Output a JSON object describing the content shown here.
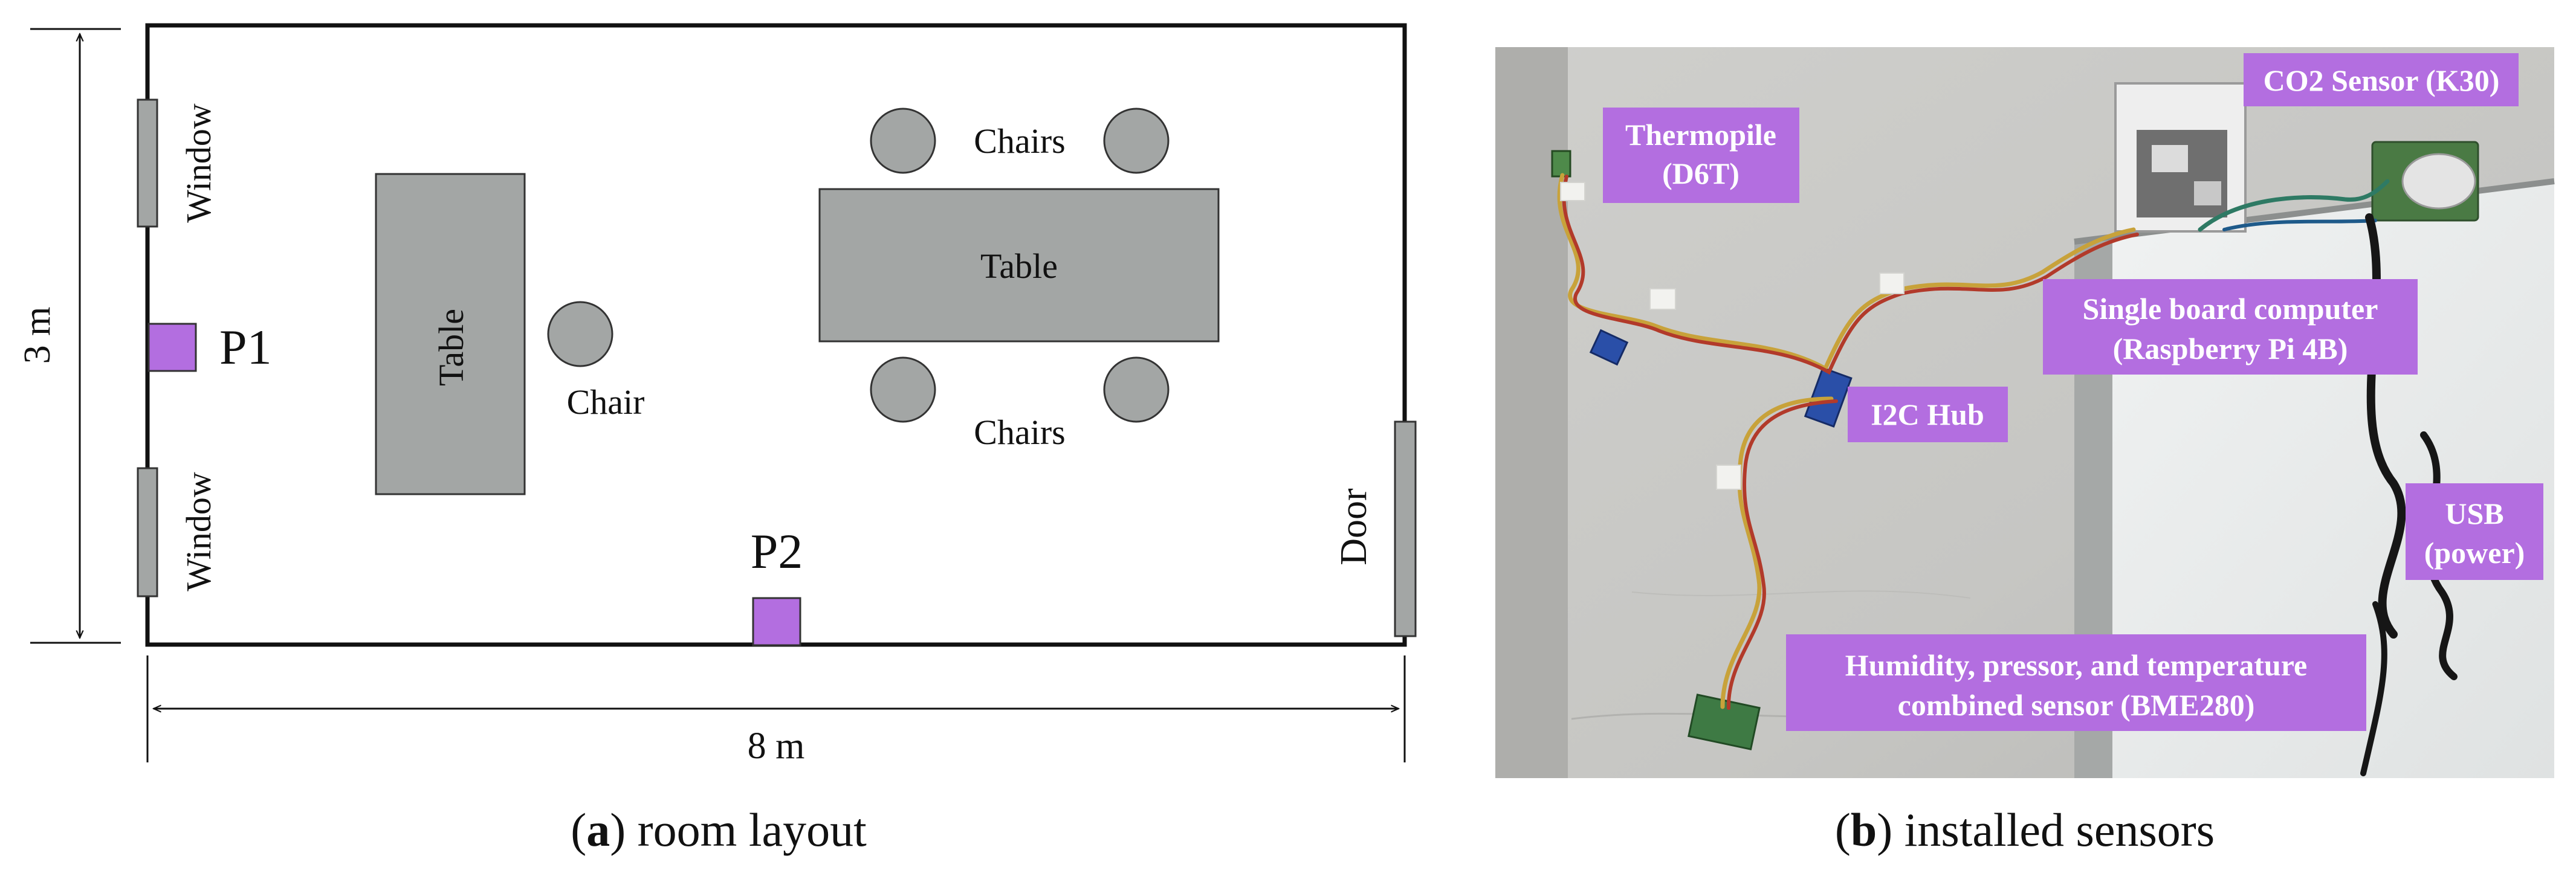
{
  "room_layout": {
    "caption": {
      "letter": "a",
      "text": " room layout"
    },
    "dimensions": {
      "height": "3 m",
      "width": "8 m"
    },
    "windows": [
      "Window",
      "Window"
    ],
    "door": "Door",
    "points": [
      "P1",
      "P2"
    ],
    "tables": [
      "Table",
      "Table"
    ],
    "chair_single": "Chair",
    "chairs_top": "Chairs",
    "chairs_bottom": "Chairs",
    "colors": {
      "point": "#b36ee0",
      "furniture": "#a3a6a5",
      "tag": "#b36ee0"
    }
  },
  "installed_sensors": {
    "caption": {
      "letter": "b",
      "text": " installed sensors"
    },
    "labels": {
      "thermopile": [
        "Thermopile",
        "(D6T)"
      ],
      "co2": [
        "CO2 Sensor (K30)"
      ],
      "sbc": [
        "Single board computer",
        "(Raspberry Pi 4B)"
      ],
      "i2c": [
        "I2C Hub"
      ],
      "usb": [
        "USB",
        "(power)"
      ],
      "bme": [
        "Humidity, pressor, and temperature",
        "combined sensor (BME280)"
      ]
    }
  }
}
